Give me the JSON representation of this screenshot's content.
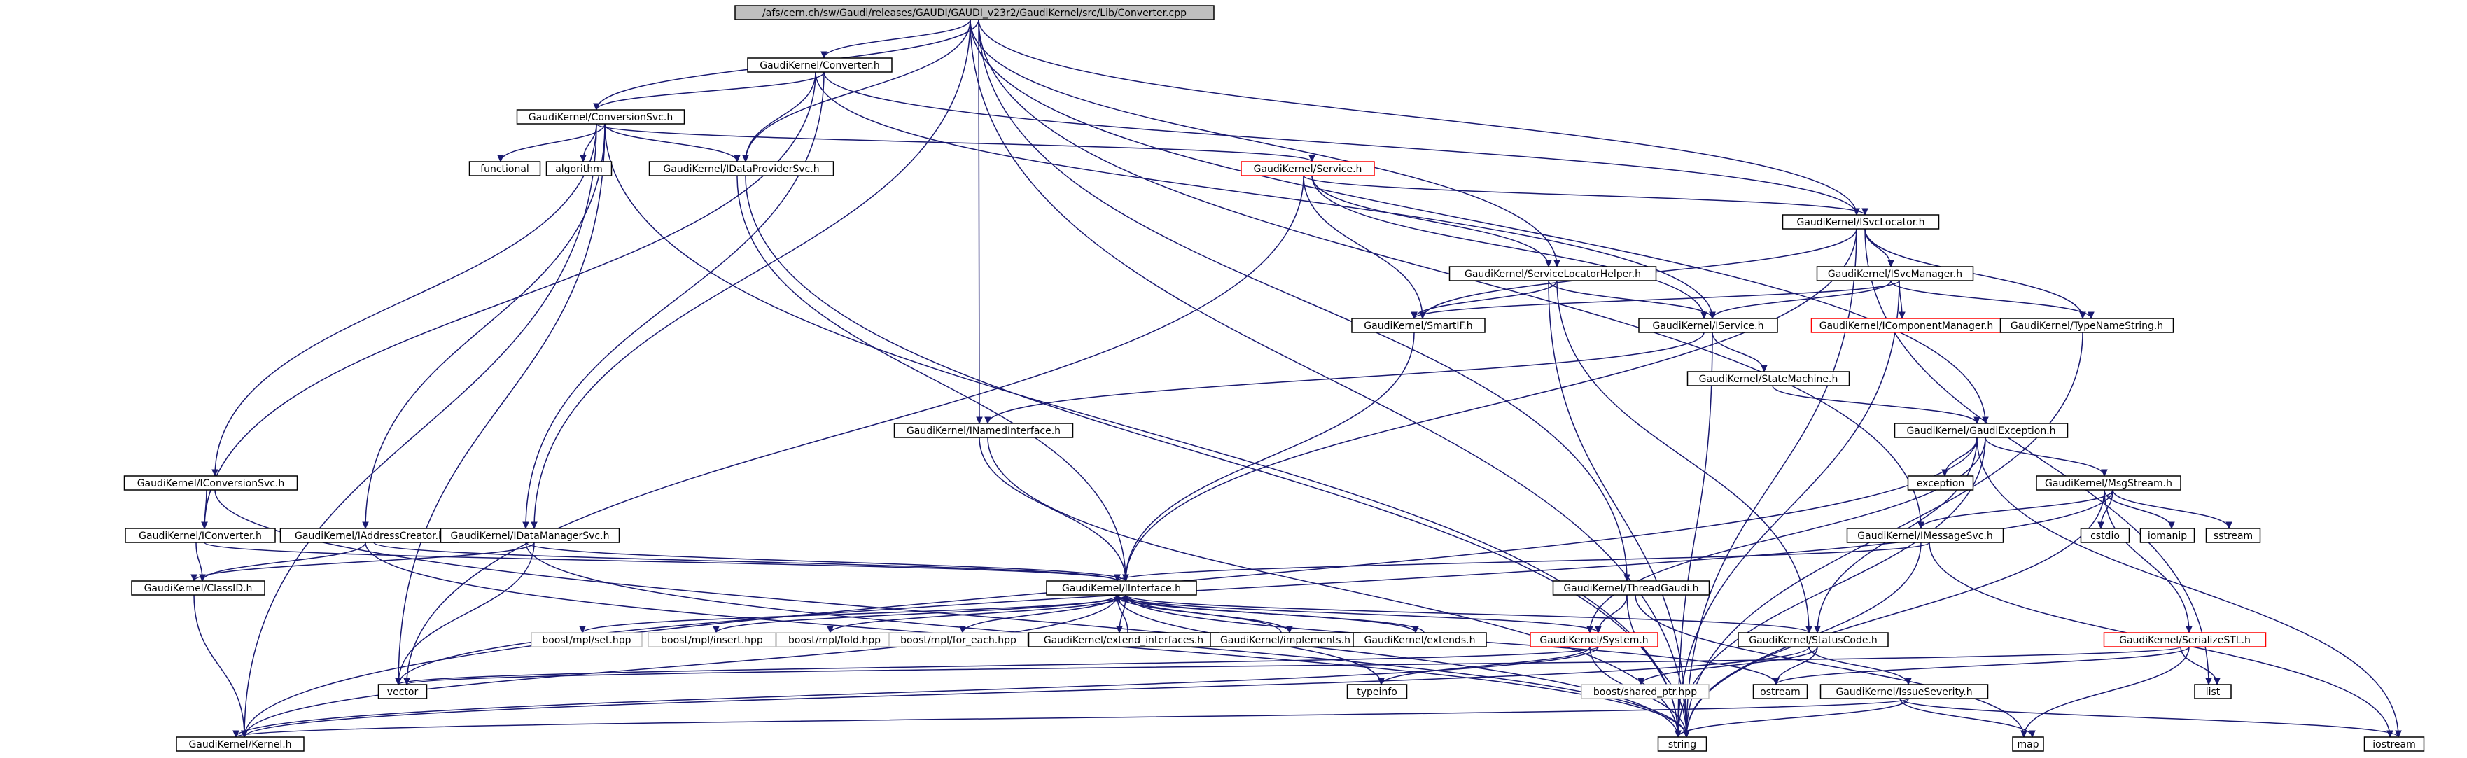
{
  "graph": {
    "colors": {
      "edge": "#191970",
      "node_border": "#000000",
      "node_border_incomplete": "#ff0000",
      "node_border_external": "#bfbfbf",
      "root_fill": "#bfbfbf"
    },
    "nodes": [
      {
        "id": "root",
        "label": "/afs/cern.ch/sw/Gaudi/releases/GAUDI/GAUDI_v23r2/GaudiKernel/src/Lib/Converter.cpp",
        "style": "root"
      },
      {
        "id": "converter_h",
        "label": "GaudiKernel/Converter.h",
        "style": "normal"
      },
      {
        "id": "conversionsvc_h",
        "label": "GaudiKernel/ConversionSvc.h",
        "style": "normal"
      },
      {
        "id": "functional",
        "label": "functional",
        "style": "normal"
      },
      {
        "id": "algorithm",
        "label": "algorithm",
        "style": "normal"
      },
      {
        "id": "idataprovidersvc_h",
        "label": "GaudiKernel/IDataProviderSvc.h",
        "style": "normal"
      },
      {
        "id": "service_h",
        "label": "GaudiKernel/Service.h",
        "style": "red"
      },
      {
        "id": "isvclocator_h",
        "label": "GaudiKernel/ISvcLocator.h",
        "style": "normal"
      },
      {
        "id": "servicelocatorhelper_h",
        "label": "GaudiKernel/ServiceLocatorHelper.h",
        "style": "normal"
      },
      {
        "id": "isvcmanager_h",
        "label": "GaudiKernel/ISvcManager.h",
        "style": "normal"
      },
      {
        "id": "smartif_h",
        "label": "GaudiKernel/SmartIF.h",
        "style": "normal"
      },
      {
        "id": "iservice_h",
        "label": "GaudiKernel/IService.h",
        "style": "normal"
      },
      {
        "id": "icomponentmanager_h",
        "label": "GaudiKernel/IComponentManager.h",
        "style": "red"
      },
      {
        "id": "typenamestring_h",
        "label": "GaudiKernel/TypeNameString.h",
        "style": "normal"
      },
      {
        "id": "statemachine_h",
        "label": "GaudiKernel/StateMachine.h",
        "style": "normal"
      },
      {
        "id": "inamedinterface_h",
        "label": "GaudiKernel/INamedInterface.h",
        "style": "normal"
      },
      {
        "id": "gaudiexception_h",
        "label": "GaudiKernel/GaudiException.h",
        "style": "normal"
      },
      {
        "id": "iconversionsvc_h",
        "label": "GaudiKernel/IConversionSvc.h",
        "style": "normal"
      },
      {
        "id": "exception",
        "label": "exception",
        "style": "normal"
      },
      {
        "id": "msgstream_h",
        "label": "GaudiKernel/MsgStream.h",
        "style": "normal"
      },
      {
        "id": "iconverter_h",
        "label": "GaudiKernel/IConverter.h",
        "style": "normal"
      },
      {
        "id": "iaddresscreator_h",
        "label": "GaudiKernel/IAddressCreator.h",
        "style": "normal"
      },
      {
        "id": "idatamanagersvc_h",
        "label": "GaudiKernel/IDataManagerSvc.h",
        "style": "normal"
      },
      {
        "id": "imessagesvc_h",
        "label": "GaudiKernel/IMessageSvc.h",
        "style": "normal"
      },
      {
        "id": "cstdio",
        "label": "cstdio",
        "style": "normal"
      },
      {
        "id": "iomanip",
        "label": "iomanip",
        "style": "normal"
      },
      {
        "id": "sstream",
        "label": "sstream",
        "style": "normal"
      },
      {
        "id": "classid_h",
        "label": "GaudiKernel/ClassID.h",
        "style": "normal"
      },
      {
        "id": "iinterface_h",
        "label": "GaudiKernel/IInterface.h",
        "style": "normal"
      },
      {
        "id": "threadgaudi_h",
        "label": "GaudiKernel/ThreadGaudi.h",
        "style": "normal"
      },
      {
        "id": "mpl_set",
        "label": "boost/mpl/set.hpp",
        "style": "gray"
      },
      {
        "id": "mpl_insert",
        "label": "boost/mpl/insert.hpp",
        "style": "gray"
      },
      {
        "id": "mpl_fold",
        "label": "boost/mpl/fold.hpp",
        "style": "gray"
      },
      {
        "id": "mpl_for_each",
        "label": "boost/mpl/for_each.hpp",
        "style": "gray"
      },
      {
        "id": "extend_interfaces_h",
        "label": "GaudiKernel/extend_interfaces.h",
        "style": "normal"
      },
      {
        "id": "implements_h",
        "label": "GaudiKernel/implements.h",
        "style": "normal"
      },
      {
        "id": "extends_h",
        "label": "GaudiKernel/extends.h",
        "style": "normal"
      },
      {
        "id": "system_h",
        "label": "GaudiKernel/System.h",
        "style": "red"
      },
      {
        "id": "statuscode_h",
        "label": "GaudiKernel/StatusCode.h",
        "style": "normal"
      },
      {
        "id": "serializestl_h",
        "label": "GaudiKernel/SerializeSTL.h",
        "style": "red"
      },
      {
        "id": "vector",
        "label": "vector",
        "style": "normal"
      },
      {
        "id": "typeinfo",
        "label": "typeinfo",
        "style": "normal"
      },
      {
        "id": "ostream",
        "label": "ostream",
        "style": "normal"
      },
      {
        "id": "shared_ptr",
        "label": "boost/shared_ptr.hpp",
        "style": "gray"
      },
      {
        "id": "list",
        "label": "list",
        "style": "normal"
      },
      {
        "id": "issueseverity_h",
        "label": "GaudiKernel/IssueSeverity.h",
        "style": "normal"
      },
      {
        "id": "kernel_h",
        "label": "GaudiKernel/Kernel.h",
        "style": "normal"
      },
      {
        "id": "string",
        "label": "string",
        "style": "normal"
      },
      {
        "id": "map",
        "label": "map",
        "style": "normal"
      },
      {
        "id": "iostream",
        "label": "iostream",
        "style": "normal"
      }
    ],
    "edges": [
      [
        "root",
        "converter_h"
      ],
      [
        "root",
        "conversionsvc_h"
      ],
      [
        "root",
        "idataprovidersvc_h"
      ],
      [
        "root",
        "isvclocator_h"
      ],
      [
        "root",
        "servicelocatorhelper_h"
      ],
      [
        "root",
        "imessagesvc_h"
      ],
      [
        "root",
        "gaudiexception_h"
      ],
      [
        "root",
        "inamedinterface_h"
      ],
      [
        "root",
        "idatamanagersvc_h"
      ],
      [
        "root",
        "threadgaudi_h"
      ],
      [
        "root",
        "string"
      ],
      [
        "converter_h",
        "conversionsvc_h"
      ],
      [
        "converter_h",
        "idataprovidersvc_h"
      ],
      [
        "converter_h",
        "idatamanagersvc_h"
      ],
      [
        "converter_h",
        "iconverter_h"
      ],
      [
        "converter_h",
        "isvclocator_h"
      ],
      [
        "converter_h",
        "iservice_h"
      ],
      [
        "conversionsvc_h",
        "functional"
      ],
      [
        "conversionsvc_h",
        "algorithm"
      ],
      [
        "conversionsvc_h",
        "idataprovidersvc_h"
      ],
      [
        "conversionsvc_h",
        "service_h"
      ],
      [
        "conversionsvc_h",
        "iaddresscreator_h"
      ],
      [
        "conversionsvc_h",
        "iconversionsvc_h"
      ],
      [
        "conversionsvc_h",
        "vector"
      ],
      [
        "conversionsvc_h",
        "kernel_h"
      ],
      [
        "conversionsvc_h",
        "string"
      ],
      [
        "idataprovidersvc_h",
        "iinterface_h"
      ],
      [
        "idataprovidersvc_h",
        "string"
      ],
      [
        "service_h",
        "isvclocator_h"
      ],
      [
        "service_h",
        "servicelocatorhelper_h"
      ],
      [
        "service_h",
        "smartif_h"
      ],
      [
        "service_h",
        "iservice_h"
      ],
      [
        "service_h",
        "vector"
      ],
      [
        "isvclocator_h",
        "isvcmanager_h"
      ],
      [
        "isvclocator_h",
        "smartif_h"
      ],
      [
        "isvclocator_h",
        "typenamestring_h"
      ],
      [
        "isvclocator_h",
        "iinterface_h"
      ],
      [
        "isvclocator_h",
        "list"
      ],
      [
        "isvclocator_h",
        "string"
      ],
      [
        "servicelocatorhelper_h",
        "smartif_h"
      ],
      [
        "servicelocatorhelper_h",
        "iservice_h"
      ],
      [
        "servicelocatorhelper_h",
        "statuscode_h"
      ],
      [
        "servicelocatorhelper_h",
        "string"
      ],
      [
        "isvcmanager_h",
        "smartif_h"
      ],
      [
        "isvcmanager_h",
        "iservice_h"
      ],
      [
        "isvcmanager_h",
        "icomponentmanager_h"
      ],
      [
        "isvcmanager_h",
        "typenamestring_h"
      ],
      [
        "isvcmanager_h",
        "string"
      ],
      [
        "smartif_h",
        "iinterface_h"
      ],
      [
        "iservice_h",
        "statemachine_h"
      ],
      [
        "iservice_h",
        "inamedinterface_h"
      ],
      [
        "iservice_h",
        "string"
      ],
      [
        "typenamestring_h",
        "string"
      ],
      [
        "statemachine_h",
        "gaudiexception_h"
      ],
      [
        "inamedinterface_h",
        "iinterface_h"
      ],
      [
        "inamedinterface_h",
        "string"
      ],
      [
        "gaudiexception_h",
        "exception"
      ],
      [
        "gaudiexception_h",
        "msgstream_h"
      ],
      [
        "gaudiexception_h",
        "statuscode_h"
      ],
      [
        "gaudiexception_h",
        "system_h"
      ],
      [
        "gaudiexception_h",
        "kernel_h"
      ],
      [
        "gaudiexception_h",
        "string"
      ],
      [
        "gaudiexception_h",
        "iostream"
      ],
      [
        "msgstream_h",
        "imessagesvc_h"
      ],
      [
        "msgstream_h",
        "serializestl_h"
      ],
      [
        "msgstream_h",
        "cstdio"
      ],
      [
        "msgstream_h",
        "iomanip"
      ],
      [
        "msgstream_h",
        "sstream"
      ],
      [
        "msgstream_h",
        "string"
      ],
      [
        "msgstream_h",
        "vector"
      ],
      [
        "iconversionsvc_h",
        "iconverter_h"
      ],
      [
        "iconversionsvc_h",
        "string"
      ],
      [
        "iconverter_h",
        "classid_h"
      ],
      [
        "iconverter_h",
        "iinterface_h"
      ],
      [
        "iaddresscreator_h",
        "classid_h"
      ],
      [
        "iaddresscreator_h",
        "iinterface_h"
      ],
      [
        "iaddresscreator_h",
        "string"
      ],
      [
        "idatamanagersvc_h",
        "classid_h"
      ],
      [
        "idatamanagersvc_h",
        "iinterface_h"
      ],
      [
        "idatamanagersvc_h",
        "vector"
      ],
      [
        "idatamanagersvc_h",
        "string"
      ],
      [
        "imessagesvc_h",
        "iinterface_h"
      ],
      [
        "imessagesvc_h",
        "string"
      ],
      [
        "imessagesvc_h",
        "iostream"
      ],
      [
        "classid_h",
        "kernel_h"
      ],
      [
        "iinterface_h",
        "mpl_set"
      ],
      [
        "iinterface_h",
        "mpl_insert"
      ],
      [
        "iinterface_h",
        "mpl_fold"
      ],
      [
        "iinterface_h",
        "mpl_for_each"
      ],
      [
        "iinterface_h",
        "extend_interfaces_h"
      ],
      [
        "iinterface_h",
        "implements_h"
      ],
      [
        "iinterface_h",
        "extends_h"
      ],
      [
        "iinterface_h",
        "system_h"
      ],
      [
        "iinterface_h",
        "statuscode_h"
      ],
      [
        "iinterface_h",
        "typeinfo"
      ],
      [
        "iinterface_h",
        "ostream"
      ],
      [
        "iinterface_h",
        "kernel_h"
      ],
      [
        "extend_interfaces_h",
        "iinterface_h"
      ],
      [
        "implements_h",
        "iinterface_h"
      ],
      [
        "extends_h",
        "iinterface_h"
      ],
      [
        "threadgaudi_h",
        "system_h"
      ],
      [
        "threadgaudi_h",
        "map"
      ],
      [
        "threadgaudi_h",
        "string"
      ],
      [
        "system_h",
        "vector"
      ],
      [
        "system_h",
        "typeinfo"
      ],
      [
        "system_h",
        "kernel_h"
      ],
      [
        "system_h",
        "string"
      ],
      [
        "statuscode_h",
        "ostream"
      ],
      [
        "statuscode_h",
        "issueseverity_h"
      ],
      [
        "statuscode_h",
        "shared_ptr"
      ],
      [
        "statuscode_h",
        "kernel_h"
      ],
      [
        "serializestl_h",
        "ostream"
      ],
      [
        "serializestl_h",
        "list"
      ],
      [
        "serializestl_h",
        "map"
      ],
      [
        "serializestl_h",
        "vector"
      ],
      [
        "issueseverity_h",
        "kernel_h"
      ],
      [
        "issueseverity_h",
        "map"
      ],
      [
        "issueseverity_h",
        "string"
      ],
      [
        "issueseverity_h",
        "iostream"
      ]
    ]
  }
}
